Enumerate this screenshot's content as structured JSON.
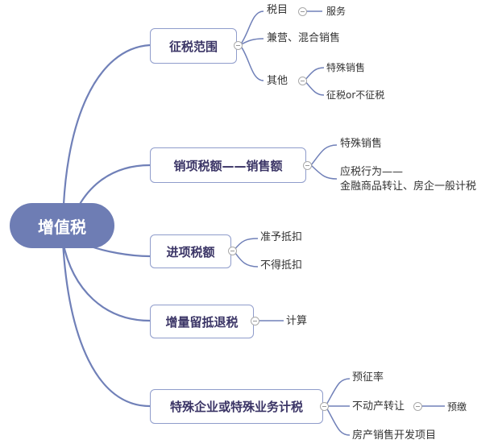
{
  "root": {
    "label": "增值税"
  },
  "branches": [
    {
      "label": "征税范围",
      "children": [
        {
          "label": "税目",
          "children": [
            {
              "label": "服务"
            }
          ]
        },
        {
          "label": "兼营、混合销售"
        },
        {
          "label": "其他",
          "children": [
            {
              "label": "特殊销售"
            },
            {
              "label": "征税or不征税"
            }
          ]
        }
      ]
    },
    {
      "label": "销项税额——销售额",
      "children": [
        {
          "label": "特殊销售"
        },
        {
          "label": "应税行为——",
          "label2": "金融商品转让、房企一般计税"
        }
      ]
    },
    {
      "label": "进项税额",
      "children": [
        {
          "label": "准予抵扣"
        },
        {
          "label": "不得抵扣"
        }
      ]
    },
    {
      "label": "增量留抵退税",
      "children": [
        {
          "label": "计算"
        }
      ]
    },
    {
      "label": "特殊企业或特殊业务计税",
      "children": [
        {
          "label": "预征率"
        },
        {
          "label": "不动产转让",
          "children": [
            {
              "label": "预缴"
            }
          ]
        },
        {
          "label": "房产销售开发项目"
        }
      ]
    }
  ],
  "colors": {
    "line": "#7080b8",
    "root": "#6e7db4",
    "box_border": "#8f9ccb"
  }
}
